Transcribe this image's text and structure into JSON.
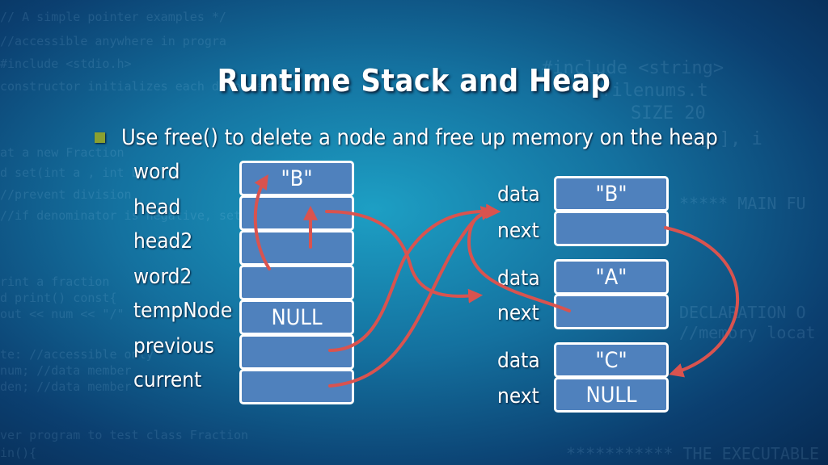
{
  "slide": {
    "title": "Runtime Stack and Heap",
    "bullet": "Use free() to delete a node and free up memory on the heap"
  },
  "stack": {
    "labels": [
      "word",
      "head",
      "head2",
      "word2",
      "tempNode",
      "previous",
      "current"
    ],
    "cells": [
      "\"B\"",
      "",
      "",
      "",
      "NULL",
      "",
      ""
    ]
  },
  "heap": {
    "nodes": [
      {
        "data_label": "data",
        "next_label": "next",
        "data": "\"B\"",
        "next": ""
      },
      {
        "data_label": "data",
        "next_label": "next",
        "data": "\"A\"",
        "next": ""
      },
      {
        "data_label": "data",
        "next_label": "next",
        "data": "\"C\"",
        "next": "NULL"
      }
    ]
  },
  "colors": {
    "cell_fill": "#4f81bd",
    "cell_border": "#ffffff",
    "arrow": "#d9534f",
    "bullet": "#8aa030"
  }
}
